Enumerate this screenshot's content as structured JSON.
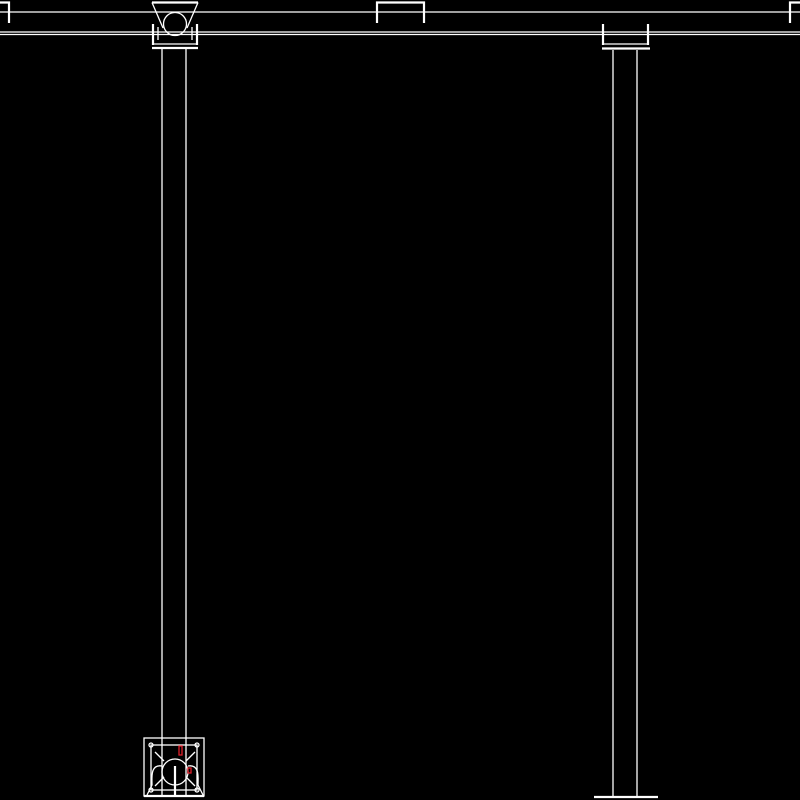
{
  "drawing": {
    "background": "#000000",
    "line_color": "#ffffff",
    "accent_color": "#e0202a",
    "elements": [
      "top-beam",
      "left-column",
      "right-column",
      "left-column-cap",
      "right-column-cap",
      "left-base-detail",
      "right-base-plate"
    ]
  }
}
